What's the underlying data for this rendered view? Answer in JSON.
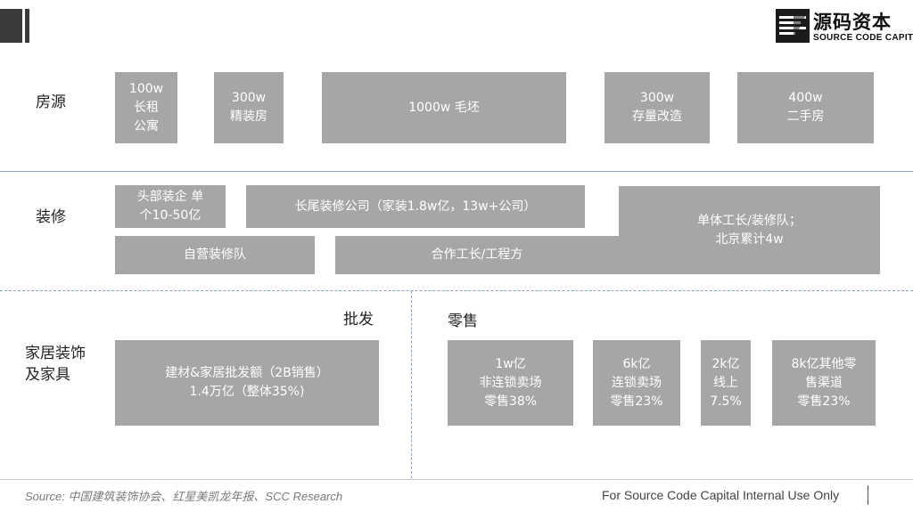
{
  "logo": {
    "name": "源码资本",
    "subtitle": "SOURCE CODE CAPITAL"
  },
  "rows": {
    "housing": {
      "label": "房源",
      "boxes": [
        "100w\n长租\n公寓",
        "300w\n精装房",
        "1000w 毛坯",
        "300w\n存量改造",
        "400w\n二手房"
      ]
    },
    "renovation": {
      "label": "装修",
      "boxes": [
        "头部装企 单\n个10-50亿",
        "长尾装修公司（家装1.8w亿，13w+公司）",
        "单体工长/装修队；\n北京累计4w",
        "自营装修队",
        "合作工长/工程方"
      ]
    },
    "furnishing": {
      "label": "家居装饰\n及家具",
      "wholesale": {
        "heading": "批发",
        "box": "建材&家居批发额（2B销售）\n1.4万亿（整体35%)"
      },
      "retail": {
        "heading": "零售",
        "boxes": [
          "1w亿\n非连锁卖场\n零售38%",
          "6k亿\n连锁卖场\n零售23%",
          "2k亿\n线上\n7.5%",
          "8k亿其他零\n售渠道\n零售23%"
        ]
      }
    }
  },
  "footer": {
    "source": "Source: 中国建筑装饰协会、红星美凯龙年报、SCC Research",
    "note": "For Source Code Capital Internal Use Only"
  }
}
